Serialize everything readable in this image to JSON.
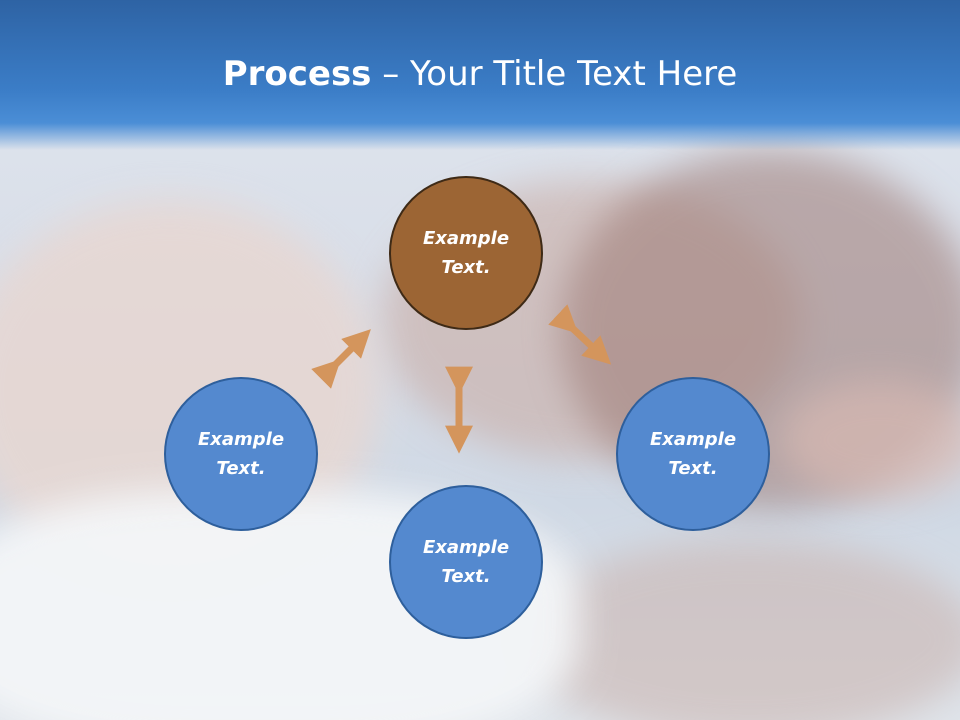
{
  "slide": {
    "title_bold": "Process",
    "title_rest": " – Your Title Text Here",
    "colors": {
      "header": "#3b7dc7",
      "node_blue": "#5489cf",
      "node_brown": "#9c6534",
      "arrow": "#d4955c"
    }
  },
  "nodes": [
    {
      "id": "top",
      "label": "Example Text."
    },
    {
      "id": "left",
      "label": "Example Text."
    },
    {
      "id": "bottom",
      "label": "Example Text."
    },
    {
      "id": "right",
      "label": "Example Text."
    }
  ]
}
